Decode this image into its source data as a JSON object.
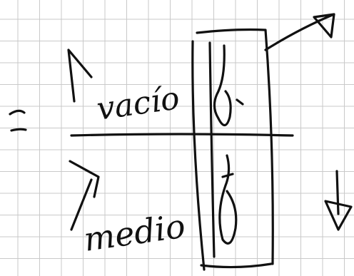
{
  "notes": {
    "top_word": "vacío",
    "bottom_word": "medio",
    "top_symbol": "ð",
    "bottom_symbol": "ð"
  },
  "ink_color": "#111111",
  "grid_color": "#c9c9c9",
  "background": "#ffffff"
}
